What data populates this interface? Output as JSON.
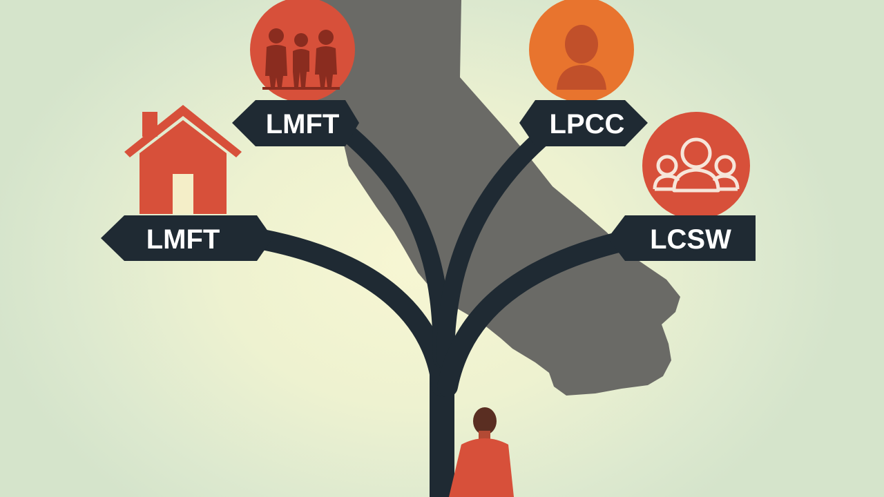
{
  "signs": [
    {
      "id": "upper-left",
      "label": "LMFT"
    },
    {
      "id": "upper-right",
      "label": "LPCC"
    },
    {
      "id": "lower-left",
      "label": "LMFT"
    },
    {
      "id": "lower-right",
      "label": "LCSW"
    }
  ],
  "icons": [
    {
      "name": "family-icon",
      "sign": "upper-left"
    },
    {
      "name": "person-icon",
      "sign": "upper-right"
    },
    {
      "name": "house-icon",
      "sign": "lower-left"
    },
    {
      "name": "group-icon",
      "sign": "lower-right"
    }
  ],
  "colors": {
    "path": "#1f2a33",
    "state_silhouette": "#6a6a66",
    "accent_red": "#d7503a",
    "accent_orange": "#e8742e",
    "sign_fill": "#1f2a33",
    "sign_text": "#ffffff"
  }
}
